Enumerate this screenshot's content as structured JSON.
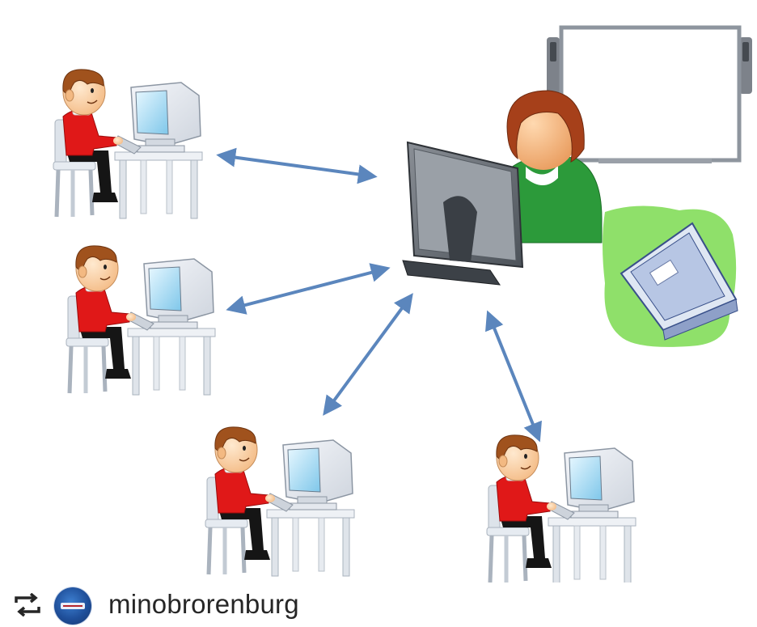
{
  "post": {
    "username": "minobrorenburg"
  },
  "icons": {
    "repost": "repost-icon",
    "avatar": "account-avatar"
  },
  "diagram": {
    "hub": "teacher-workstation",
    "nodes": [
      "student-1",
      "student-2",
      "student-3",
      "student-4"
    ],
    "peripherals": [
      "interactive-whiteboard",
      "scanner"
    ],
    "colors": {
      "arrow": "#5b86bd",
      "shirt": "#e01818",
      "hair": "#a0521d",
      "teacher_shirt": "#2c9a3a",
      "scanner_bg": "#8fe06a"
    }
  }
}
